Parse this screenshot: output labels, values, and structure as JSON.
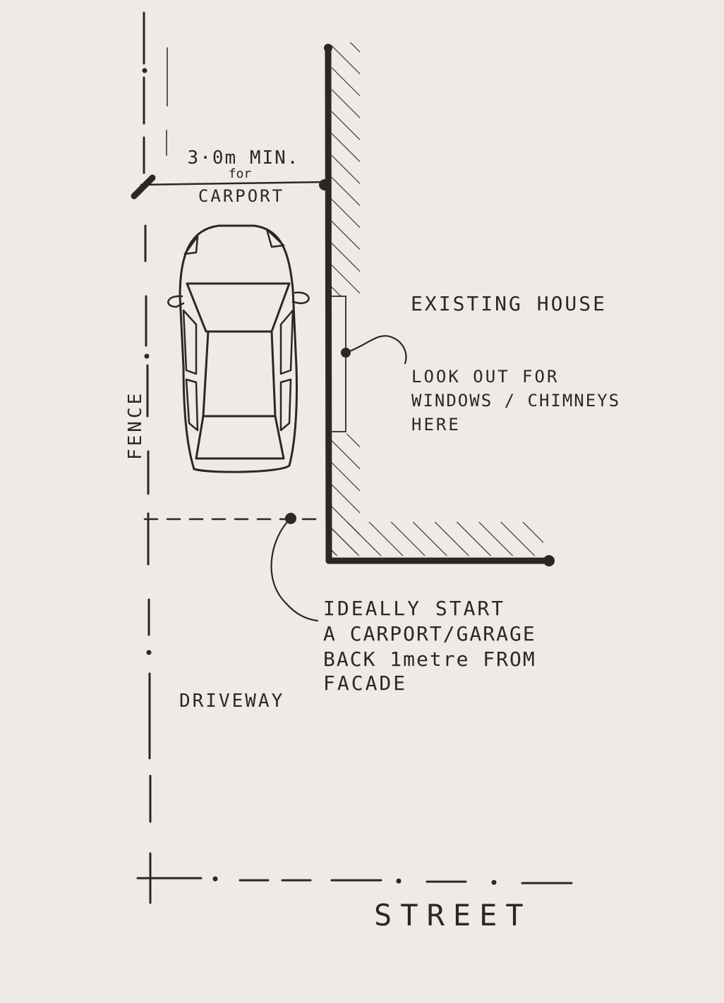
{
  "colors": {
    "paper": "#eeebe6",
    "ink": "#2a2724",
    "car_shade": "#bdb8b2"
  },
  "dimension": {
    "line1": "3·0m MIN.",
    "line2": "for",
    "line3": "CARPORT"
  },
  "labels": {
    "existing_house": "EXISTING HOUSE",
    "fence": "FENCE",
    "driveway": "DRIVEWAY",
    "street": "STREET"
  },
  "note_windows": {
    "line1": "LOOK OUT FOR",
    "line2": "WINDOWS / CHIMNEYS",
    "line3": "HERE"
  },
  "note_carport": {
    "line1": "IDEALLY START",
    "line2": "A CARPORT/GARAGE",
    "line3": "BACK 1metre FROM",
    "line4": "FACADE"
  },
  "icons": {
    "car": "car-top-view-icon"
  }
}
